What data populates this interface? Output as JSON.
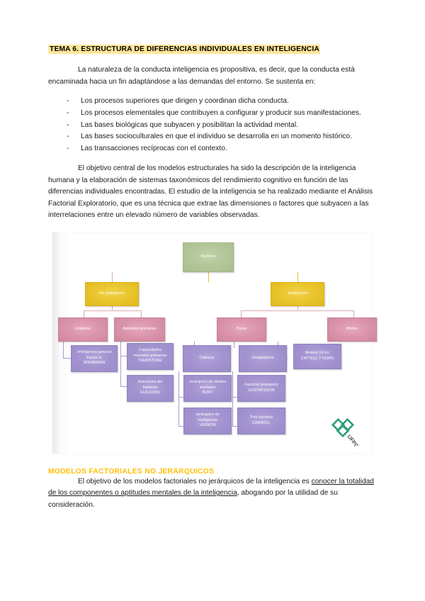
{
  "document": {
    "title": "TEMA 6. ESTRUCTURA DE DIFERENCIAS INDIVIDUALES EN INTELIGENCIA",
    "paragraph_1": "La naturaleza de la conducta inteligencia es propositiva, es decir, que la conducta está encaminada hacia un fin adaptándose a las demandas del entorno. Se sustenta en:",
    "bullets": [
      "Los procesos superiores que dirigen y coordinan dicha conducta.",
      "Los procesos elementales que contribuyen a configurar y producir sus manifestaciones.",
      "Las bases biológicas que subyacen y posibilitan la actividad mental.",
      "Las bases socioculturales en que el individuo se desarrolla en un momento histórico.",
      "Las transacciones recíprocas con el contexto."
    ],
    "bullet_marker": "-",
    "paragraph_2": "El objetivo central de los modelos estructurales ha sido la descripción de la inteligencia humana y la elaboración de sistemas taxonómicos del rendimiento cognitivo en función de las diferencias individuales encontradas. El estudio de la inteligencia se ha realizado mediante el Análisis Factorial Exploratorio, que es una técnica que extrae las dimensiones o factores que subyacen a las interrelaciones entre un elevado número de variables observadas.",
    "section_heading": "MODELOS FACTORIALES NO JERÁRQUICOS",
    "paragraph_3_part1": "El objetivo de los modelos factoriales no jerárquicos de la inteligencia es ",
    "paragraph_3_underlined": "conocer la totalidad de los componentes o aptitudes mentales de la inteligencia",
    "paragraph_3_part2": ", abogando por la utilidad de su consideración."
  },
  "diagram": {
    "nodes": {
      "root": {
        "label": "Modelos",
        "color": "#b3c79a"
      },
      "no_jerarquicos": {
        "label": "No jerárquicos",
        "color": "#eac62f"
      },
      "jerarquicos": {
        "label": "Jerárquicos",
        "color": "#eac62f"
      },
      "unitarios": {
        "label": "Unitarios",
        "color": "#db95ab"
      },
      "aptitudes_primarias": {
        "label": "Aptitudes primarias",
        "color": "#db95ab"
      },
      "puros": {
        "label": "Puros",
        "color": "#db95ab"
      },
      "mixtos": {
        "label": "Mixtos",
        "color": "#db95ab"
      },
      "spearman": {
        "line1": "Inteligencia general",
        "line2": "Factor G",
        "line3": "SPEARMAN",
        "color": "#a393d0"
      },
      "thurstone": {
        "line1": "Capacidades",
        "line2": "mentales primarias",
        "line3": "THURSTONE",
        "color": "#a393d0"
      },
      "guilford": {
        "line1": "Estructura del",
        "line2": "Intelecto",
        "line3": "GUILFORD",
        "color": "#a393d0"
      },
      "clasicos": {
        "label": "Clásicos",
        "color": "#a393d0"
      },
      "integradores": {
        "label": "Integradores",
        "color": "#a393d0"
      },
      "cattell_horn": {
        "line1": "Modelo Gf-Gc",
        "line2": "CATTELL Y HORN",
        "color": "#a393d0"
      },
      "burt": {
        "line1": "Jerárquico de niveles",
        "line2": "mentales",
        "line3": "BURT",
        "color": "#a393d0"
      },
      "gustafsson": {
        "line1": "Factorial jerárquico",
        "line2": "GUSTAFSSON",
        "color": "#a393d0"
      },
      "vernon": {
        "line1": "Jerárquico de",
        "line2": "inteligencia",
        "line3": "VERNON",
        "color": "#a393d0"
      },
      "carroll": {
        "line1": "Tres estratos",
        "line2": "CARROLL",
        "color": "#a393d0"
      }
    },
    "logo": {
      "text": "UFPC",
      "color": "#2e9e76"
    }
  }
}
